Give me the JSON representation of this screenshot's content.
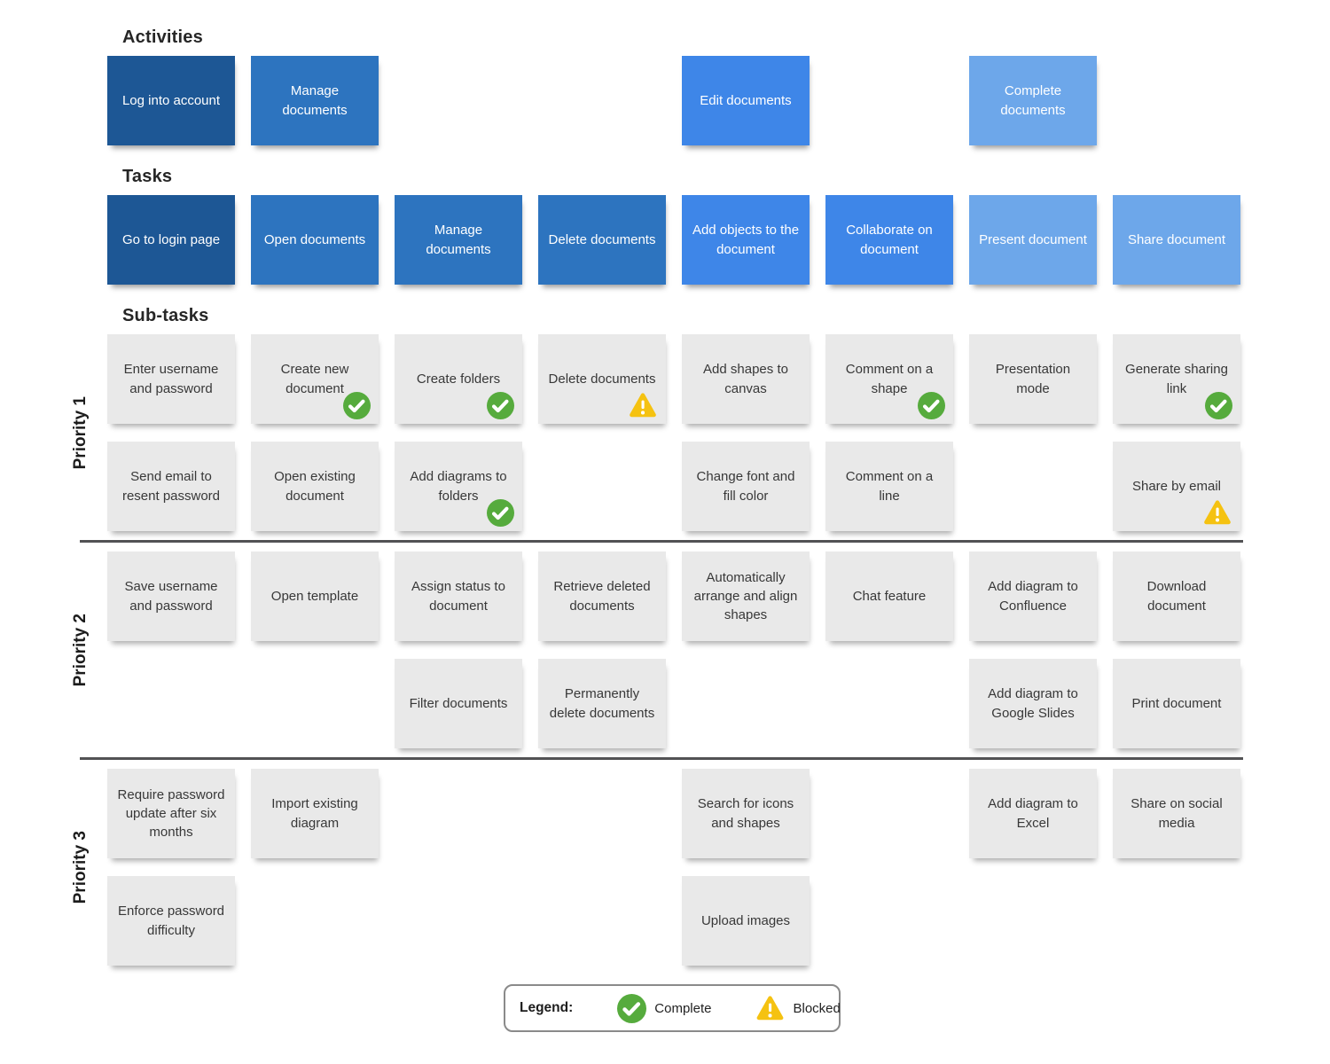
{
  "headings": {
    "activities": "Activities",
    "tasks": "Tasks",
    "subtasks": "Sub-tasks"
  },
  "colors": {
    "activity_darkest_blue": "#1d5795",
    "task_dark_blue": "#2d74bf",
    "task_medium_blue": "#3e86e8",
    "task_light_blue": "#6da7ea",
    "subtask_gray": "#e9e9e9",
    "complete_green": "#56ab3d",
    "blocked_yellow": "#f5c211"
  },
  "activities": [
    {
      "label": "Log into account",
      "shade": "darkest"
    },
    {
      "label": "Manage documents",
      "shade": "dark"
    },
    {
      "label": "Edit documents",
      "shade": "medium"
    },
    {
      "label": "Complete documents",
      "shade": "light"
    }
  ],
  "tasks": [
    {
      "label": "Go to login page",
      "shade": "darkest"
    },
    {
      "label": "Open documents",
      "shade": "dark"
    },
    {
      "label": "Manage documents",
      "shade": "dark"
    },
    {
      "label": "Delete documents",
      "shade": "dark"
    },
    {
      "label": "Add objects to the document",
      "shade": "medium"
    },
    {
      "label": "Collaborate on document",
      "shade": "medium"
    },
    {
      "label": "Present document",
      "shade": "light"
    },
    {
      "label": "Share document",
      "shade": "light"
    }
  ],
  "priorities": [
    {
      "label": "Priority 1",
      "rows": [
        [
          {
            "label": "Enter username and password"
          },
          {
            "label": "Create new document",
            "status": "complete"
          },
          {
            "label": "Create folders",
            "status": "complete"
          },
          {
            "label": "Delete documents",
            "status": "blocked"
          },
          {
            "label": "Add shapes to canvas"
          },
          {
            "label": "Comment on a shape",
            "status": "complete"
          },
          {
            "label": "Presentation mode"
          },
          {
            "label": "Generate sharing link",
            "status": "complete"
          }
        ],
        [
          {
            "label": "Send email to resent password"
          },
          {
            "label": "Open existing document"
          },
          {
            "label": "Add diagrams to folders",
            "status": "complete"
          },
          {
            "label": "Change font and fill color"
          },
          {
            "label": "Comment on a line"
          },
          {
            "label": "Share by email",
            "status": "blocked"
          }
        ]
      ]
    },
    {
      "label": "Priority 2",
      "rows": [
        [
          {
            "label": "Save username and password"
          },
          {
            "label": "Open template"
          },
          {
            "label": "Assign status to document"
          },
          {
            "label": "Retrieve deleted documents"
          },
          {
            "label": "Automatically arrange and align shapes"
          },
          {
            "label": "Chat feature"
          },
          {
            "label": "Add diagram to Confluence"
          },
          {
            "label": "Download document"
          }
        ],
        [
          {
            "label": "Filter documents"
          },
          {
            "label": "Permanently delete documents"
          },
          {
            "label": "Add diagram to Google Slides"
          },
          {
            "label": "Print document"
          }
        ]
      ]
    },
    {
      "label": "Priority 3",
      "rows": [
        [
          {
            "label": "Require password update after six months"
          },
          {
            "label": "Import existing diagram"
          },
          {
            "label": "Search for icons and shapes"
          },
          {
            "label": "Add diagram to Excel"
          },
          {
            "label": "Share on social media"
          }
        ],
        [
          {
            "label": "Enforce password difficulty"
          },
          {
            "label": "Upload images"
          }
        ]
      ]
    }
  ],
  "legend": {
    "title": "Legend:",
    "items": [
      {
        "icon": "complete-icon",
        "label": "Complete"
      },
      {
        "icon": "blocked-icon",
        "label": "Blocked"
      }
    ]
  }
}
